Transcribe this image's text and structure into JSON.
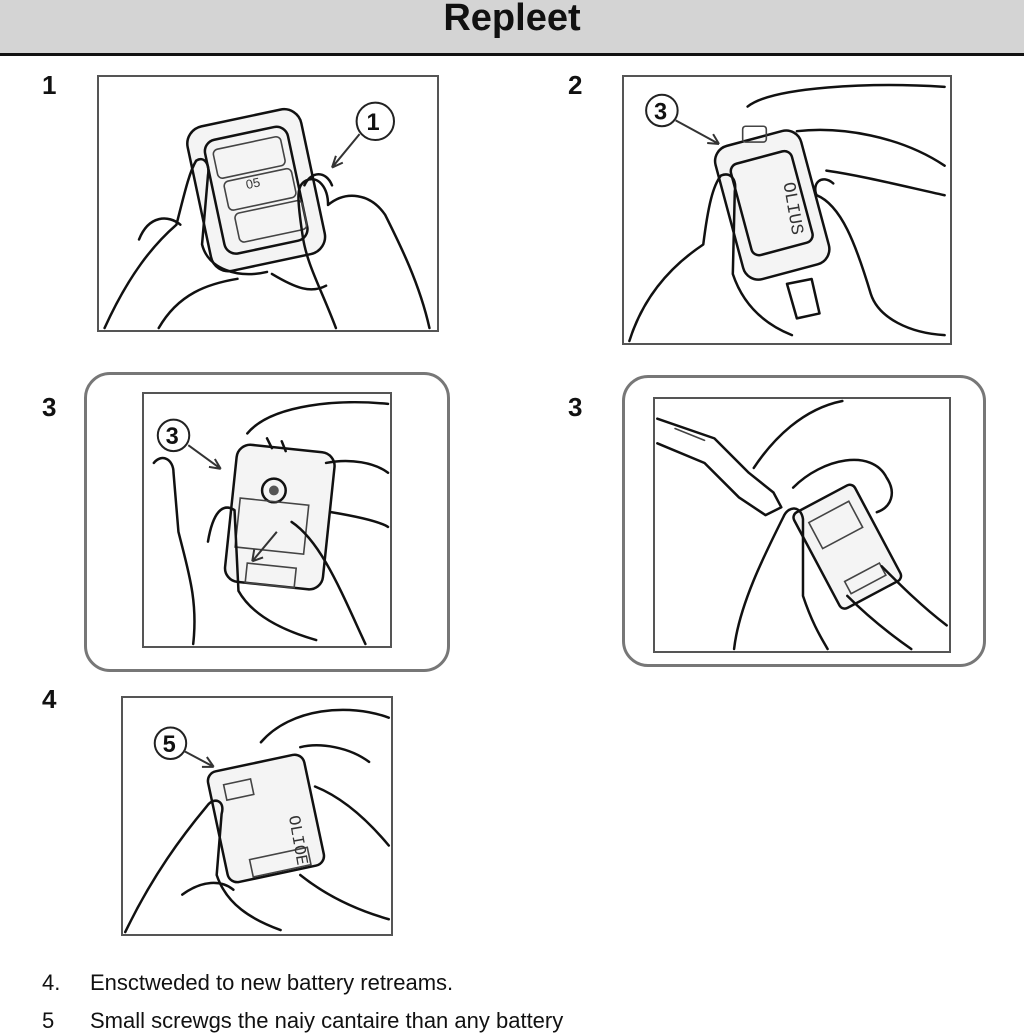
{
  "title": "Repleet",
  "steps": [
    {
      "number": "1",
      "callout": "1"
    },
    {
      "number": "2",
      "callout": "3"
    },
    {
      "number": "3",
      "callout": "3"
    },
    {
      "number": "3",
      "callout": ""
    },
    {
      "number": "4",
      "callout": "5"
    }
  ],
  "fob_labels": {
    "step1_button": "05",
    "step2_face": "OLIUS",
    "step5_face": "OLIOE"
  },
  "instructions": [
    {
      "num": "4.",
      "text": "Ensctweded to new battery retreams."
    },
    {
      "num": "5",
      "text": "Small screwgs the naiy cantaire than any battery"
    }
  ]
}
